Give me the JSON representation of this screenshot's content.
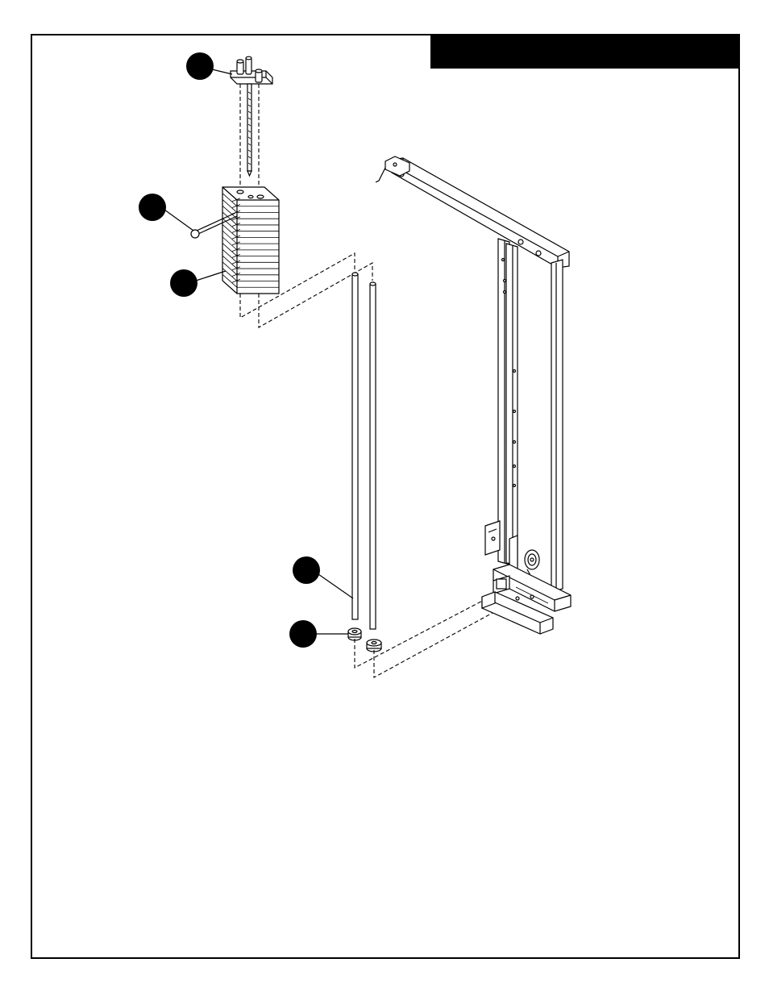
{
  "page": {
    "background": "#ffffff",
    "ink": "#000000",
    "header_text": ""
  },
  "callouts": [
    {
      "id": "callout-top-carriage",
      "label": ""
    },
    {
      "id": "callout-selector-pin",
      "label": ""
    },
    {
      "id": "callout-weight-stack",
      "label": ""
    },
    {
      "id": "callout-guide-rod",
      "label": ""
    },
    {
      "id": "callout-bushing",
      "label": ""
    }
  ],
  "parts": {
    "weight_plate_count": 15,
    "guide_rod_count": 2,
    "bushing_count": 2
  }
}
